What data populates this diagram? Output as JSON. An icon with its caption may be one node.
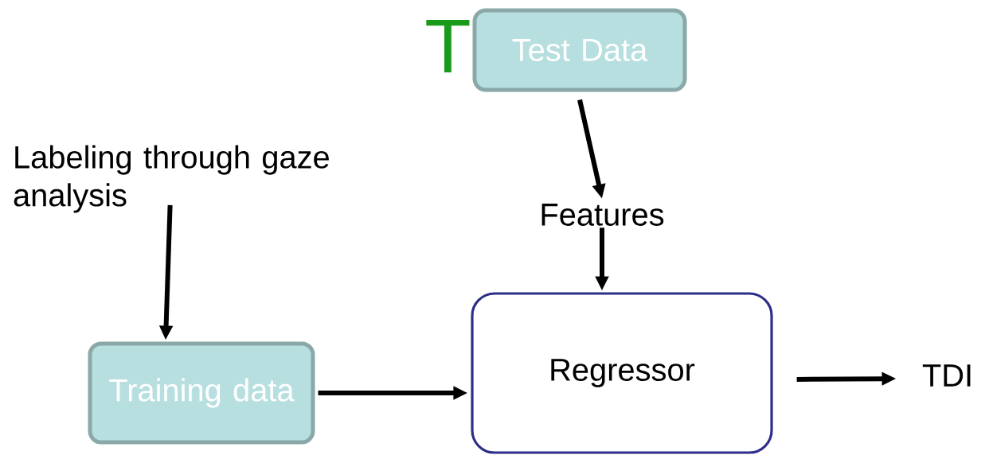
{
  "diagram": {
    "nodes": [
      {
        "text": [
          "Test Data"
        ]
      },
      {
        "text": [
          "Features"
        ]
      },
      {
        "text": [
          "Labeling through gaze analysis"
        ]
      },
      {
        "text": [
          "Training data"
        ]
      },
      {
        "text": [
          "Regressor"
        ]
      },
      {
        "text": [
          "TDI"
        ]
      }
    ],
    "edges": [
      {
        "from": 0,
        "to": 1,
        "arrow": "to"
      },
      {
        "from": 1,
        "to": 4,
        "arrow": "to"
      },
      {
        "from": 2,
        "to": 3,
        "arrow": "to"
      },
      {
        "from": 3,
        "to": 4,
        "arrow": "to"
      },
      {
        "from": 4,
        "to": 5,
        "arrow": "to"
      }
    ],
    "labels": [
      "T"
    ]
  }
}
